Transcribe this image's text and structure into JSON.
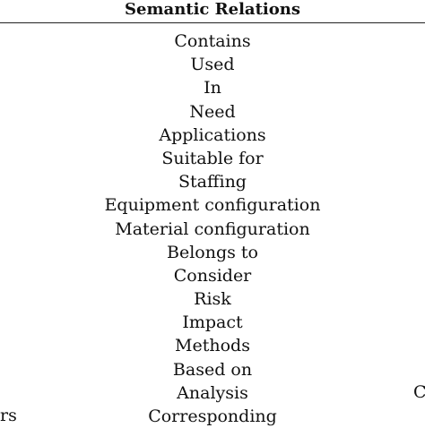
{
  "header": {
    "title": "Semantic Relations"
  },
  "relations": [
    "Contains",
    "Used",
    "In",
    "Need",
    "Applications",
    "Suitable for",
    "Staffing",
    "Equipment configuration",
    "Material configuration",
    "Belongs to",
    "Consider",
    "Risk",
    "Impact",
    "Methods",
    "Based on",
    "Analysis",
    "Corresponding"
  ],
  "edge_fragments": {
    "left": "rs",
    "right": "C"
  }
}
